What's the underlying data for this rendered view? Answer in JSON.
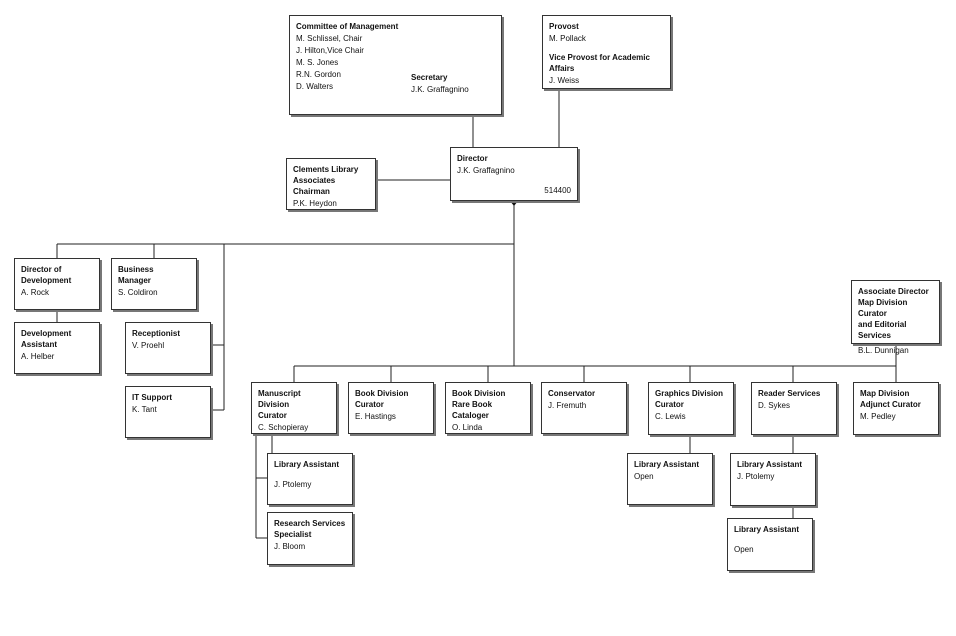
{
  "committee": {
    "title": "Committee of Management",
    "members": [
      "M. Schlissel, Chair",
      "J. Hilton,Vice Chair",
      "M. S. Jones",
      "R.N. Gordon",
      "D. Walters"
    ],
    "secretary_title": "Secretary",
    "secretary_name": "J.K. Graffagnino"
  },
  "provost": {
    "title": "Provost",
    "name": "M. Pollack",
    "vp_title": "Vice Provost for Academic Affairs",
    "vp_name": "J. Weiss"
  },
  "director": {
    "title": "Director",
    "name": "J.K. Graffagnino",
    "code": "514400"
  },
  "associates": {
    "title_line1": "Clements Library",
    "title_line2": "Associates Chairman",
    "name": "P.K. Heydon"
  },
  "dir_dev": {
    "title_line1": "Director of",
    "title_line2": "Development",
    "name": "A. Rock"
  },
  "dev_asst": {
    "title_line1": "Development",
    "title_line2": "Assistant",
    "name": "A. Helber"
  },
  "business": {
    "title_line1": "Business",
    "title_line2": "Manager",
    "name": "S. Coldiron"
  },
  "receptionist": {
    "title": "Receptionist",
    "name": "V. Proehl"
  },
  "it_support": {
    "title": "IT Support",
    "name": "K. Tant"
  },
  "assoc_dir": {
    "title": "Associate Director",
    "title_line2": "Map Division Curator",
    "title_line3": "and Editorial Services",
    "name": "B.L. Dunnigan"
  },
  "manuscript": {
    "title_line1": "Manuscript Division",
    "title_line2": "Curator",
    "name": "C. Schopieray"
  },
  "book_div": {
    "title_line1": "Book Division",
    "title_line2": "Curator",
    "name": "E. Hastings"
  },
  "rare_book": {
    "title_line1": "Book Division",
    "title_line2": "Rare Book Cataloger",
    "name": "O. Linda"
  },
  "conservator": {
    "title": "Conservator",
    "name": "J. Fremuth"
  },
  "graphics": {
    "title_line1": "Graphics Division",
    "title_line2": "Curator",
    "name": "C. Lewis"
  },
  "reader": {
    "title": "Reader Services",
    "name": "D. Sykes"
  },
  "map_adj": {
    "title_line1": "Map Division",
    "title_line2": "Adjunct Curator",
    "name": "M. Pedley"
  },
  "lib_asst_ms": {
    "title": "Library Assistant",
    "name": "J. Ptolemy"
  },
  "research": {
    "title_line1": "Research Services",
    "title_line2": "Specialist",
    "name": "J. Bloom"
  },
  "lib_asst_gr": {
    "title": "Library Assistant",
    "name": "Open"
  },
  "lib_asst_rs1": {
    "title": "Library Assistant",
    "name": "J. Ptolemy"
  },
  "lib_asst_rs2": {
    "title": "Library Assistant",
    "name": "Open"
  }
}
